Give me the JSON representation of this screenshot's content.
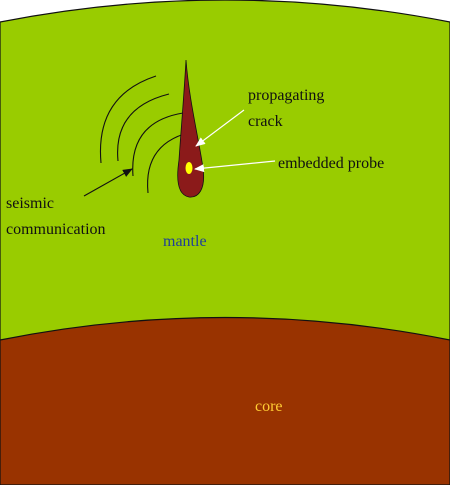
{
  "labels": {
    "crack_line1": "propagating",
    "crack_line2": "crack",
    "probe": "embedded probe",
    "seismic_line1": "seismic",
    "seismic_line2": "communication",
    "mantle": "mantle",
    "core": "core"
  },
  "colors": {
    "mantle": "#99cc00",
    "core": "#993300",
    "crack": "#8b1a1a",
    "probe": "#ffff00",
    "mantle_label": "#1f3f99",
    "core_label": "#ffcc33",
    "outline": "#111111",
    "arrow": "#ffffff"
  }
}
